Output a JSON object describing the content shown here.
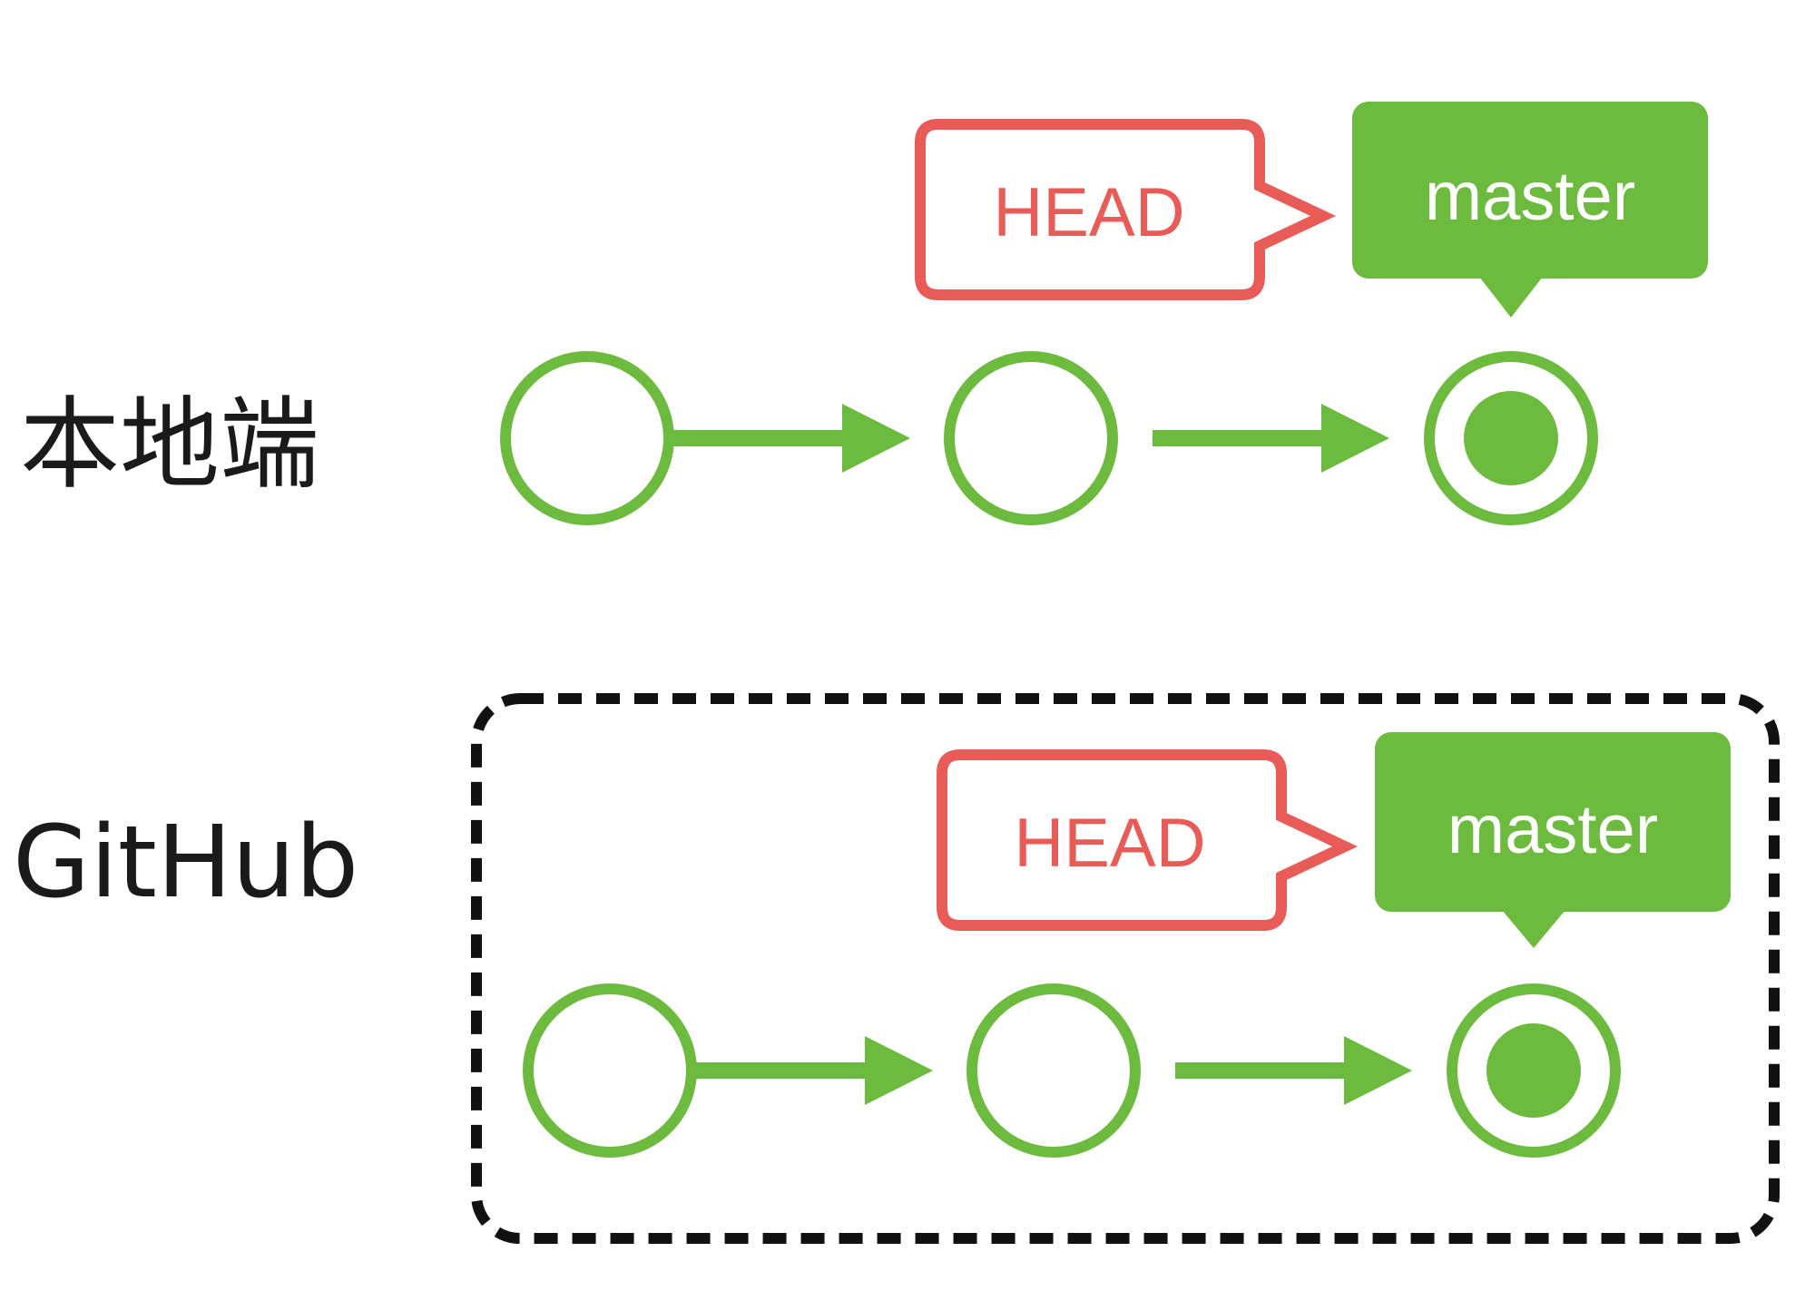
{
  "diagram": {
    "colors": {
      "commit": "#6dbb3e",
      "head": "#e95b57",
      "remote_border": "#111111",
      "label_text": "#1a1a1a",
      "branch_text": "#ffffff"
    },
    "rows": [
      {
        "label": "本地端",
        "head_label": "HEAD",
        "branch_label": "master",
        "commits": [
          "commit-1",
          "commit-2",
          "commit-3-current"
        ],
        "remote_box": false
      },
      {
        "label": "GitHub",
        "head_label": "HEAD",
        "branch_label": "master",
        "commits": [
          "commit-1",
          "commit-2",
          "commit-3-current"
        ],
        "remote_box": true
      }
    ]
  }
}
